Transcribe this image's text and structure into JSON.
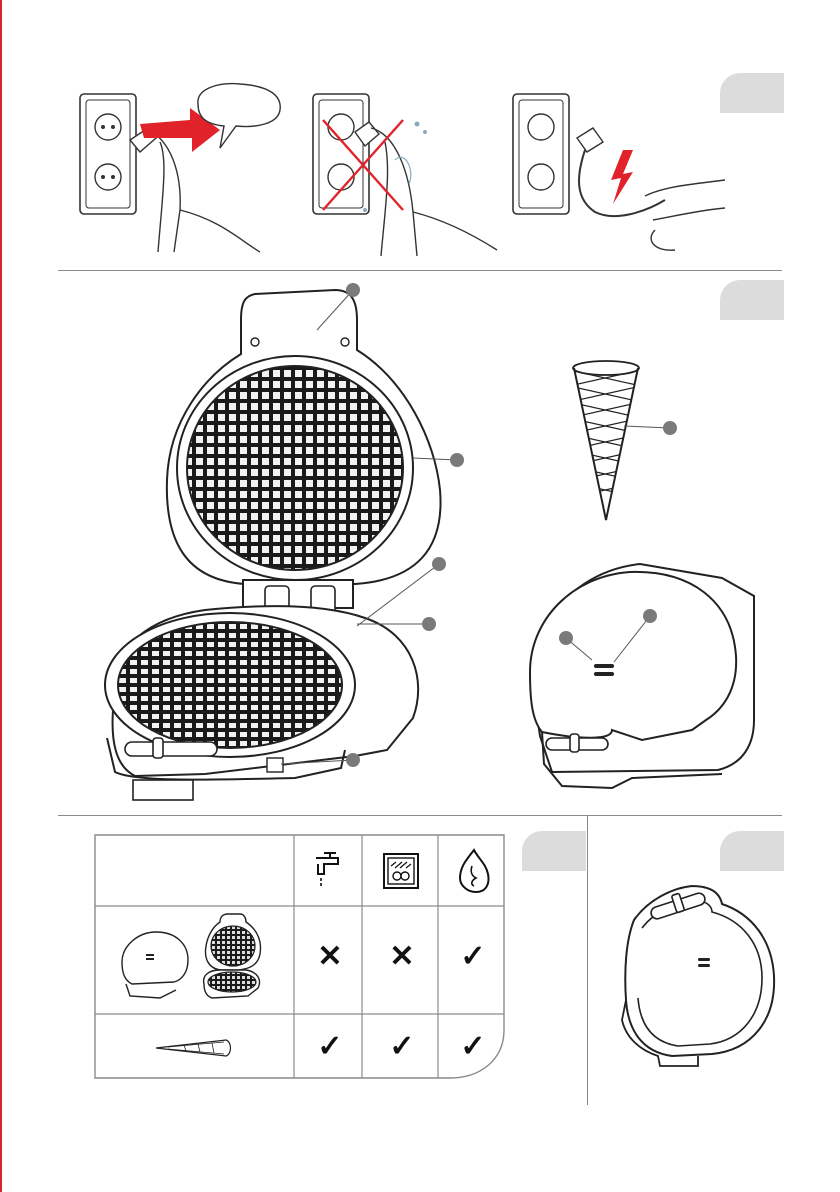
{
  "colors": {
    "edge": "#d7262e",
    "accent": "#e1222b",
    "tab": "#dcdcdc",
    "line": "#8a8a8a"
  },
  "sections": [
    {
      "name": "safety-plug-instructions",
      "tab_label": ""
    },
    {
      "name": "appliance-parts",
      "tab_label": ""
    },
    {
      "name": "cleaning-table",
      "tab_label": ""
    },
    {
      "name": "upright-storage",
      "tab_label": ""
    }
  ],
  "speech_bubble": {
    "text": ""
  },
  "cleaning_table": {
    "header_icons": [
      "faucet-icon",
      "dishwasher-icon",
      "cloth-wipe-icon"
    ],
    "rows": [
      {
        "item": "waffle-cone-maker",
        "marks": [
          "cross",
          "cross",
          "check"
        ]
      },
      {
        "item": "waffle-cone",
        "marks": [
          "check",
          "check",
          "check"
        ]
      }
    ],
    "mark_glyphs": {
      "cross": "✕",
      "check": "✓"
    }
  }
}
